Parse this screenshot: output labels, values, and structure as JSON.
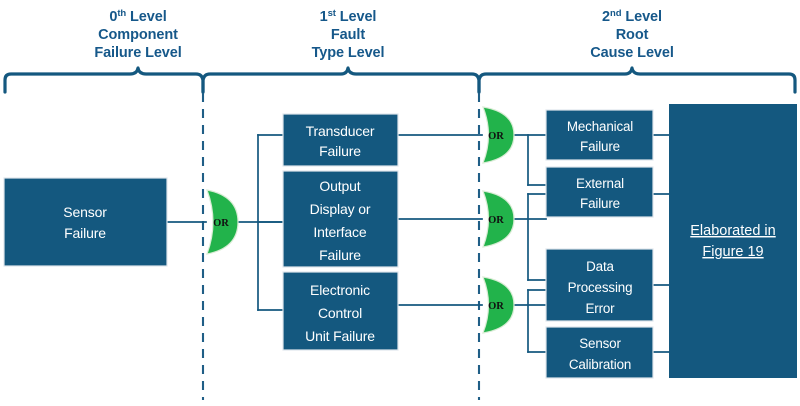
{
  "figure": {
    "title": "Sensor Failure Fault Tree",
    "accent_color": "#14587f",
    "gate_color": "#22b34b",
    "header_color": "#16588a",
    "background_color": "#ffffff"
  },
  "headers": [
    {
      "id": "level-0",
      "ordinal": "0",
      "ordinal_suffix": "th",
      "line1_rest": " Level",
      "line2": "Component",
      "line3": "Failure Level",
      "full_text": "0th Level Component Failure Level"
    },
    {
      "id": "level-1",
      "ordinal": "1",
      "ordinal_suffix": "st",
      "line1_rest": " Level",
      "line2": "Fault",
      "line3": "Type Level",
      "full_text": "1st Level Fault Type Level"
    },
    {
      "id": "level-2",
      "ordinal": "2",
      "ordinal_suffix": "nd",
      "line1_rest": " Level",
      "line2": "Root",
      "line3": "Cause Level",
      "full_text": "2nd Level Root Cause Level"
    }
  ],
  "nodes": {
    "root": {
      "label_line1": "Sensor",
      "label_line2": "Failure",
      "full_text": "Sensor Failure"
    },
    "fault_types": [
      {
        "id": "transducer-failure",
        "lines": [
          "Transducer",
          "Failure"
        ],
        "full_text": "Transducer Failure"
      },
      {
        "id": "output-display-interface-failure",
        "lines": [
          "Output",
          "Display or",
          "Interface",
          "Failure"
        ],
        "full_text": "Output Display or Interface Failure"
      },
      {
        "id": "electronic-control-unit-failure",
        "lines": [
          "Electronic",
          "Control",
          "Unit Failure"
        ],
        "full_text": "Electronic Control Unit Failure"
      }
    ],
    "root_causes": [
      {
        "id": "mechanical-failure",
        "lines": [
          "Mechanical",
          "Failure"
        ],
        "full_text": "Mechanical Failure"
      },
      {
        "id": "external-failure",
        "lines": [
          "External",
          "Failure"
        ],
        "full_text": "External Failure"
      },
      {
        "id": "data-processing-error",
        "lines": [
          "Data",
          "Processing",
          "Error"
        ],
        "full_text": "Data Processing Error"
      },
      {
        "id": "sensor-calibration",
        "lines": [
          "Sensor",
          "Calibration"
        ],
        "full_text": "Sensor Calibration"
      }
    ],
    "elaboration_panel": {
      "line1": "Elaborated in",
      "line2": "Figure 19",
      "full_text": "Elaborated in Figure 19"
    }
  },
  "gates": [
    {
      "id": "or-gate-root",
      "label": "OR"
    },
    {
      "id": "or-gate-transducer",
      "label": "OR"
    },
    {
      "id": "or-gate-output-display",
      "label": "OR"
    },
    {
      "id": "or-gate-electronic-control",
      "label": "OR"
    }
  ]
}
